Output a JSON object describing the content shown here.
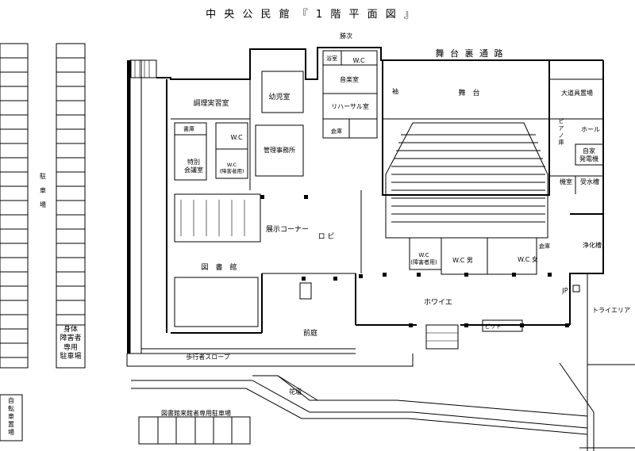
{
  "title": "中 央 公 民 館 『 1 階 平 面 図 』",
  "rooms": {
    "kitchen_exit": "勝次",
    "waste_small": "浴室",
    "wc_top": "W.C",
    "stage_passage": "舞 台 裏 通 路",
    "music_room": "音楽室",
    "rehearsal": "リハーサル室",
    "storage_small": "倉庫",
    "wing_left": "袖",
    "stage": "舞　台",
    "prop_storage": "大道具置場",
    "cooking_room": "調理実習室",
    "kids_room": "幼児室",
    "storage": "書庫",
    "wc_mid": "W.C",
    "office": "管理事務所",
    "special_room": "特別\n会議室",
    "wc_accessible": "W.C\n(障害者用)",
    "piano_storage": "ピアノ庫",
    "loading": "ホール",
    "generator": "自家\n発電機",
    "control_room": "機室",
    "water_tank": "受水槽",
    "exhibit_corner": "展示コーナー",
    "lobby": "ロ ビ",
    "library": "図　書　館",
    "purification": "浄化槽",
    "wc_lobby_accessible": "W.C\n(障害者用)",
    "wc_men": "W.C 男",
    "wc_women": "W.C 女",
    "store": "倉庫",
    "foyer": "ホワイエ",
    "jp": "JP",
    "dry_area": "トライエリア",
    "pit": "ピット",
    "front_garden": "前庭",
    "pedestrian_slope": "歩行者スロープ",
    "flower_bed": "花壇",
    "parking_vertical": "駐\n車\n場",
    "disabled_parking": "身体\n障害者\n専用\n駐車場",
    "bicycle_parking": "自\n転\n車\n置\n場",
    "library_parking": "図書館来館者専用駐車場"
  }
}
